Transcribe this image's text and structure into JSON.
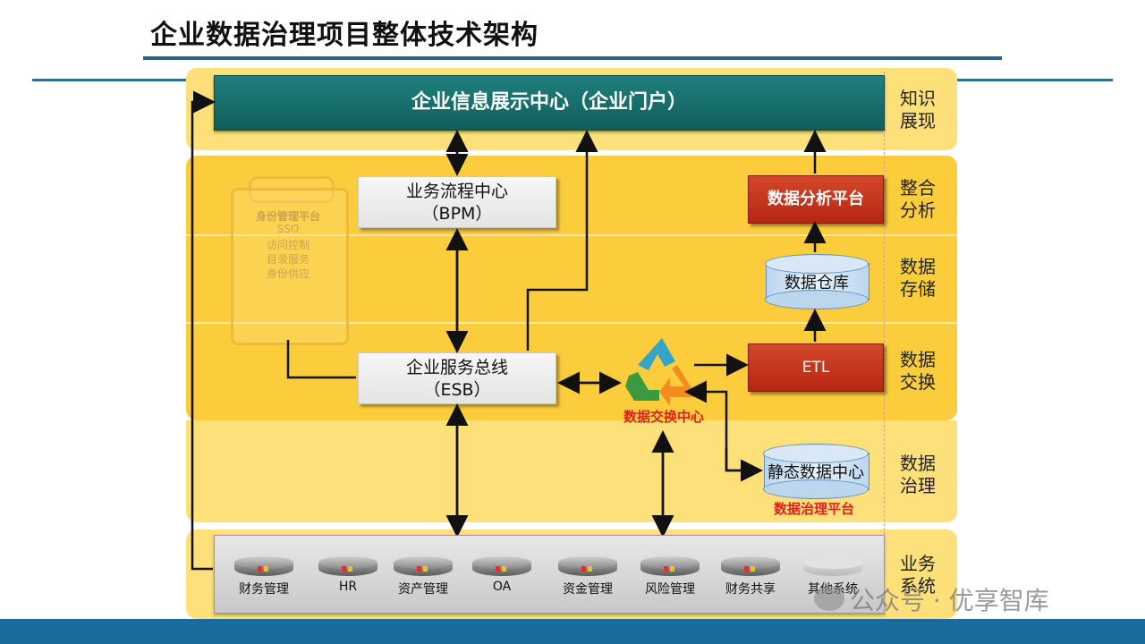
{
  "title": "企业数据治理项目整体技术架构",
  "layers": {
    "knowledge": "知识\n展现",
    "integration": "整合\n分析",
    "storage": "数据\n存储",
    "exchange": "数据\n交换",
    "governance": "数据\n治理",
    "business": "业务\n系统"
  },
  "portal": "企业信息展示中心（企业门户）",
  "bpm": {
    "line1": "业务流程中心",
    "line2": "（BPM）"
  },
  "esb": {
    "line1": "企业服务总线",
    "line2": "（ESB）"
  },
  "analysis_platform": "数据分析平台",
  "data_warehouse": "数据仓库",
  "etl": "ETL",
  "exchange_center": "数据交换中心",
  "static_data_center": "静态数据中心",
  "governance_platform": "数据治理平台",
  "identity": {
    "title": "身份管理平台",
    "items": [
      "SSO",
      "访问控制",
      "目录服务",
      "身份供应"
    ]
  },
  "systems": [
    "财务管理",
    "HR",
    "资产管理",
    "OA",
    "资金管理",
    "风险管理",
    "财务共享",
    "其他系统"
  ],
  "watermark": "公众号 · 优享智库",
  "colors": {
    "band": "#fcd34d",
    "band_light": "#fde07a",
    "portal": "#177370",
    "red_box": "#c0321a",
    "accent_red": "#e02020",
    "bottom_bar": "#1b6b9c"
  }
}
